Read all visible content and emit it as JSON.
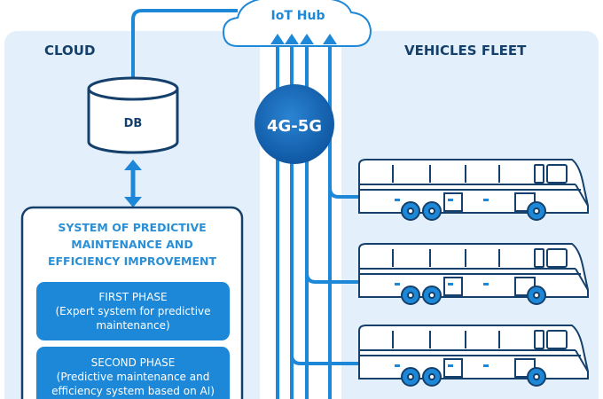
{
  "cloud": {
    "label": "CLOUD",
    "db_label": "DB"
  },
  "iot_hub": {
    "label": "IoT Hub"
  },
  "network": {
    "label": "4G-5G"
  },
  "fleet": {
    "label": "VEHICLES FLEET",
    "bus_count": 3
  },
  "system": {
    "title_lines": [
      "SYSTEM OF PREDICTIVE",
      "MAINTENANCE AND",
      "EFFICIENCY IMPROVEMENT"
    ],
    "phases": [
      {
        "title": "FIRST PHASE",
        "lines": [
          "(Expert system for predictive",
          "maintenance)"
        ]
      },
      {
        "title": "SECOND PHASE",
        "lines": [
          "(Predictive maintenance and",
          "efficiency system based on AI)"
        ]
      }
    ]
  },
  "colors": {
    "primary": "#1e88d8",
    "panel": "#e3f0fb",
    "dark_circle": "#1565b0",
    "outline": "#15406b"
  }
}
